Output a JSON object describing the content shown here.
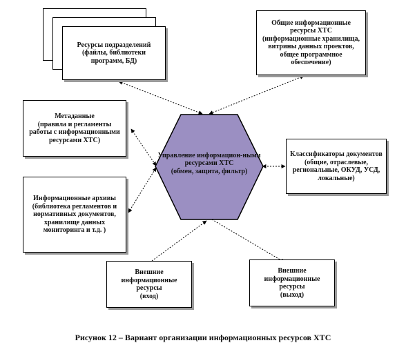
{
  "resources": {
    "title": "Ресурсы подразделений",
    "subtitle": "(файлы, библиотеки программ, БД)"
  },
  "common": {
    "title": "Общие информационные ресурсы ХТС",
    "subtitle": "(информационные хранилища, витрины данных проектов, общее программное обеспечение)"
  },
  "metadata": {
    "title": "Метаданные",
    "subtitle": "(правила и регламенты работы с информационными ресурсами ХТС)"
  },
  "classifiers": {
    "title": "Классификаторы документов",
    "subtitle": "(общие, отраслевые, региональные, ОКУД, УСД, локальные)"
  },
  "archives": {
    "title": "Информационные архивы",
    "subtitle": "(библиотека регламентов и нормативных документов, хранилище данных мониторинга и т.д. )"
  },
  "hub": {
    "title": "Управление информацион-ными ресурсами ХТС",
    "subtitle": "(обмен, защита, фильтр)",
    "color": "#9b8fc2"
  },
  "ext_in": {
    "title": "Внешние информационные ресурсы",
    "subtitle": "(вход)"
  },
  "ext_out": {
    "title": "Внешние информационные ресурсы",
    "subtitle": "(выход)"
  },
  "caption": "Рисунок 12 – Вариант организации информационных ресурсов ХТС"
}
